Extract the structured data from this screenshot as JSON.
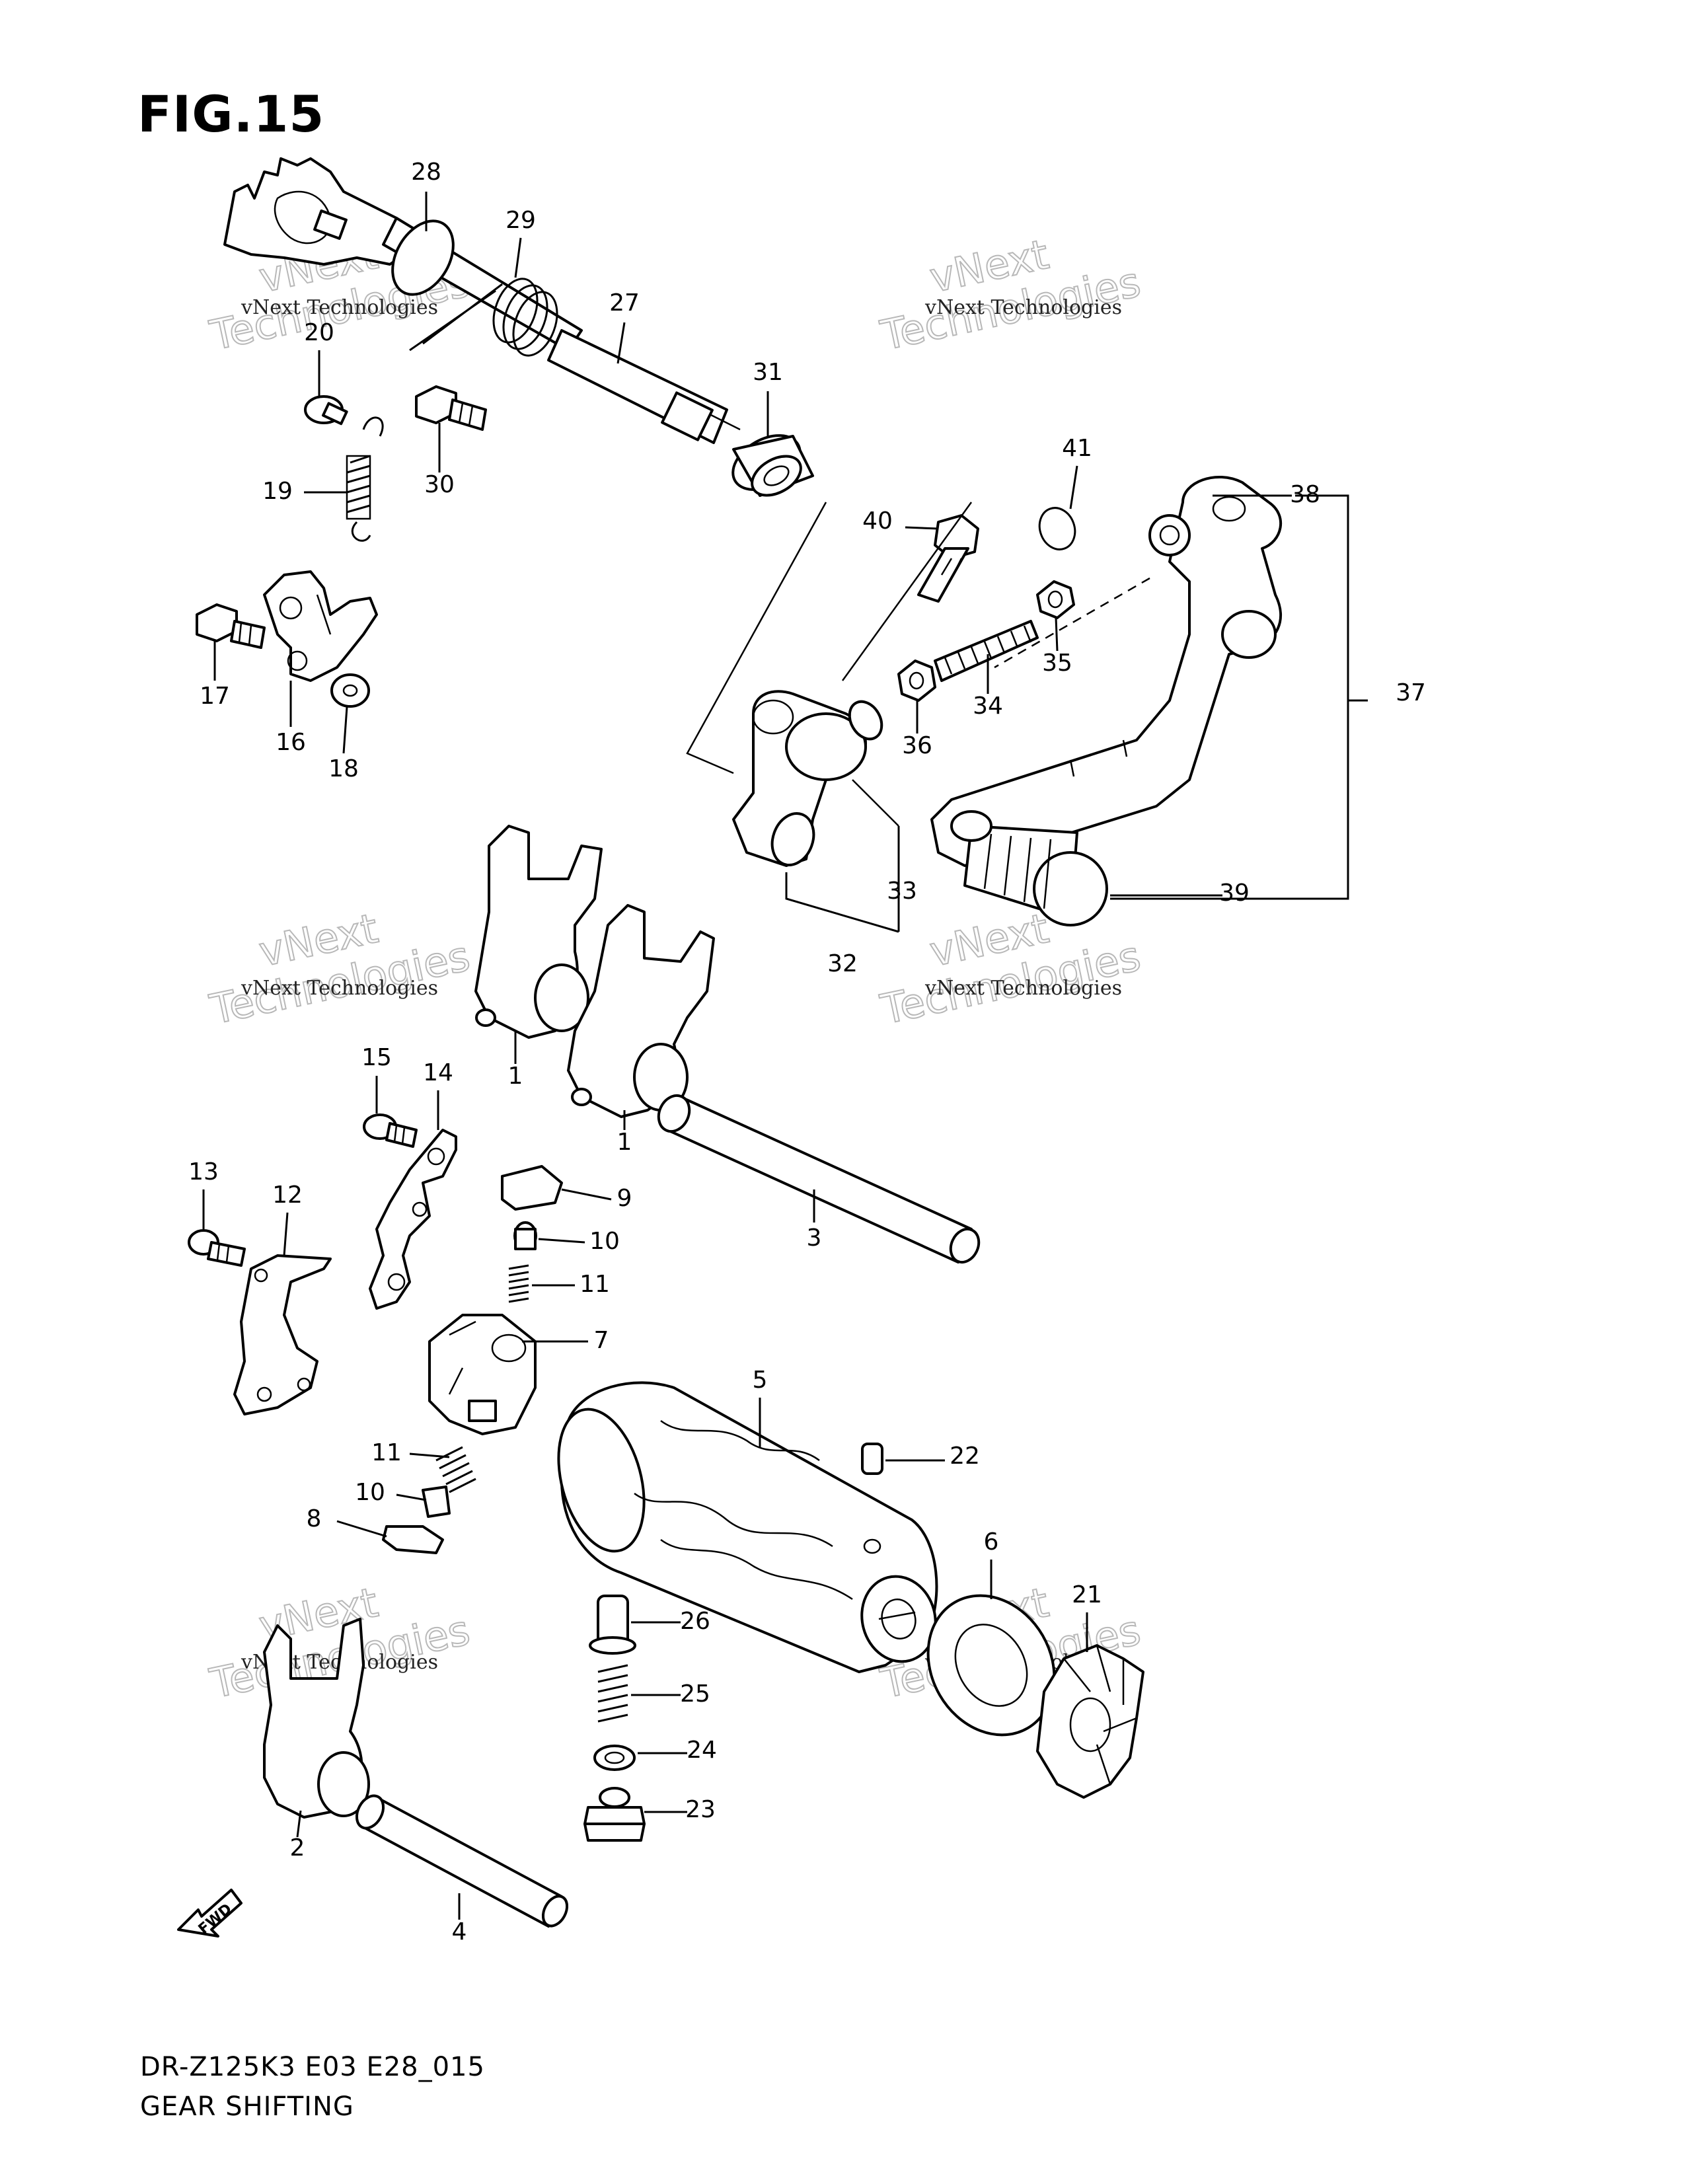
{
  "figure_title": "FIG.15",
  "footer": {
    "code": "DR-Z125K3 E03 E28_015",
    "name": "GEAR SHIFTING"
  },
  "watermark": {
    "line1": "vNext Technologies",
    "line2": "Technologies",
    "line3": "vNext"
  },
  "fwd_label": "FWD",
  "callouts": [
    {
      "id": "28",
      "label": "28"
    },
    {
      "id": "29",
      "label": "29"
    },
    {
      "id": "27",
      "label": "27"
    },
    {
      "id": "20",
      "label": "20"
    },
    {
      "id": "31",
      "label": "31"
    },
    {
      "id": "19",
      "label": "19"
    },
    {
      "id": "30",
      "label": "30"
    },
    {
      "id": "41",
      "label": "41"
    },
    {
      "id": "38",
      "label": "38"
    },
    {
      "id": "40",
      "label": "40"
    },
    {
      "id": "17",
      "label": "17"
    },
    {
      "id": "16",
      "label": "16"
    },
    {
      "id": "18",
      "label": "18"
    },
    {
      "id": "35",
      "label": "35"
    },
    {
      "id": "34",
      "label": "34"
    },
    {
      "id": "36",
      "label": "36"
    },
    {
      "id": "37",
      "label": "37"
    },
    {
      "id": "33",
      "label": "33"
    },
    {
      "id": "39",
      "label": "39"
    },
    {
      "id": "32",
      "label": "32"
    },
    {
      "id": "1a",
      "label": "1"
    },
    {
      "id": "1b",
      "label": "1"
    },
    {
      "id": "15",
      "label": "15"
    },
    {
      "id": "14",
      "label": "14"
    },
    {
      "id": "13",
      "label": "13"
    },
    {
      "id": "12",
      "label": "12"
    },
    {
      "id": "9",
      "label": "9"
    },
    {
      "id": "10a",
      "label": "10"
    },
    {
      "id": "11a",
      "label": "11"
    },
    {
      "id": "3",
      "label": "3"
    },
    {
      "id": "7",
      "label": "7"
    },
    {
      "id": "5",
      "label": "5"
    },
    {
      "id": "11b",
      "label": "11"
    },
    {
      "id": "22",
      "label": "22"
    },
    {
      "id": "10b",
      "label": "10"
    },
    {
      "id": "8",
      "label": "8"
    },
    {
      "id": "6",
      "label": "6"
    },
    {
      "id": "21",
      "label": "21"
    },
    {
      "id": "26",
      "label": "26"
    },
    {
      "id": "25",
      "label": "25"
    },
    {
      "id": "24",
      "label": "24"
    },
    {
      "id": "23",
      "label": "23"
    },
    {
      "id": "2",
      "label": "2"
    },
    {
      "id": "4",
      "label": "4"
    }
  ]
}
